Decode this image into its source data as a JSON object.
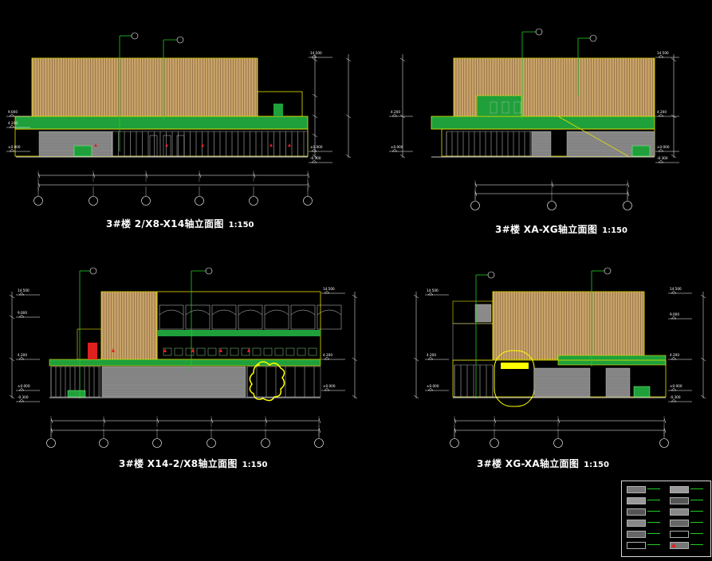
{
  "drawing": {
    "views": [
      {
        "id": "view-1",
        "title": "3#楼 2/X8-X14轴立面图",
        "scale": "1:150"
      },
      {
        "id": "view-2",
        "title": "3#楼 XA-XG轴立面图",
        "scale": "1:150"
      },
      {
        "id": "view-3",
        "title": "3#楼 X14-2/X8轴立面图",
        "scale": "1:150"
      },
      {
        "id": "view-4",
        "title": "3#楼 XG-XA轴立面图",
        "scale": "1:150"
      }
    ],
    "elevations": {
      "top": "14.500",
      "upper": "9.000",
      "mid": "4.200",
      "ground": "±0.000",
      "below": "-0.300"
    },
    "legend_rows": 6
  },
  "colors": {
    "background": "#000000",
    "wood_cladding": "#c9a36a",
    "wood_line": "#6b4f2a",
    "outline_yellow": "#e8e000",
    "canopy_green": "#1fa03a",
    "leader_green": "#22cc22",
    "glazing_gray": "#8a8a8a",
    "dim_line": "#ffffff",
    "axis_circle": "#ffffff",
    "marker_red": "#e02020",
    "cloud_yellow": "#ffff00"
  }
}
